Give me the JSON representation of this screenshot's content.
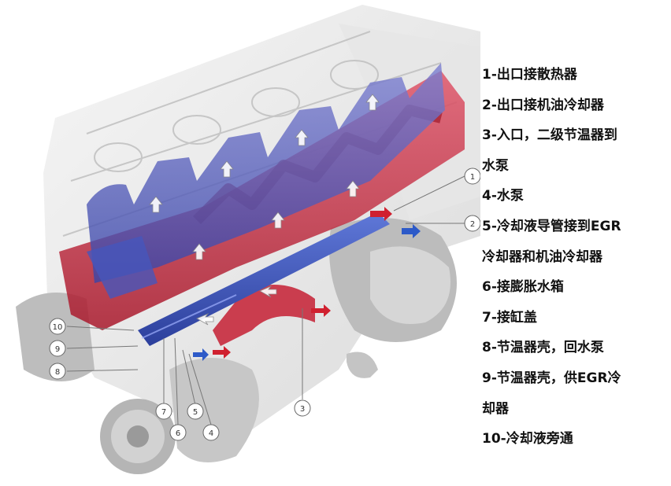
{
  "callouts": [
    "1",
    "2",
    "3",
    "4",
    "5",
    "6",
    "7",
    "8",
    "9",
    "10"
  ],
  "legend": [
    "1-出口接散热器",
    "2-出口接机油冷却器",
    "3-入口，二级节温器到",
    "水泵",
    "4-水泵",
    "5-冷却液导管接到EGR",
    "冷却器和机油冷却器",
    "6-接膨胀水箱",
    "7-接缸盖",
    "8-节温器壳，回水泵",
    "9-节温器壳，供EGR冷",
    "却器",
    "10-冷却液旁通"
  ],
  "colors": {
    "hot_coolant": "#c8283a",
    "cold_coolant": "#3a4fb0",
    "engine_block": "#d8d8d8"
  }
}
